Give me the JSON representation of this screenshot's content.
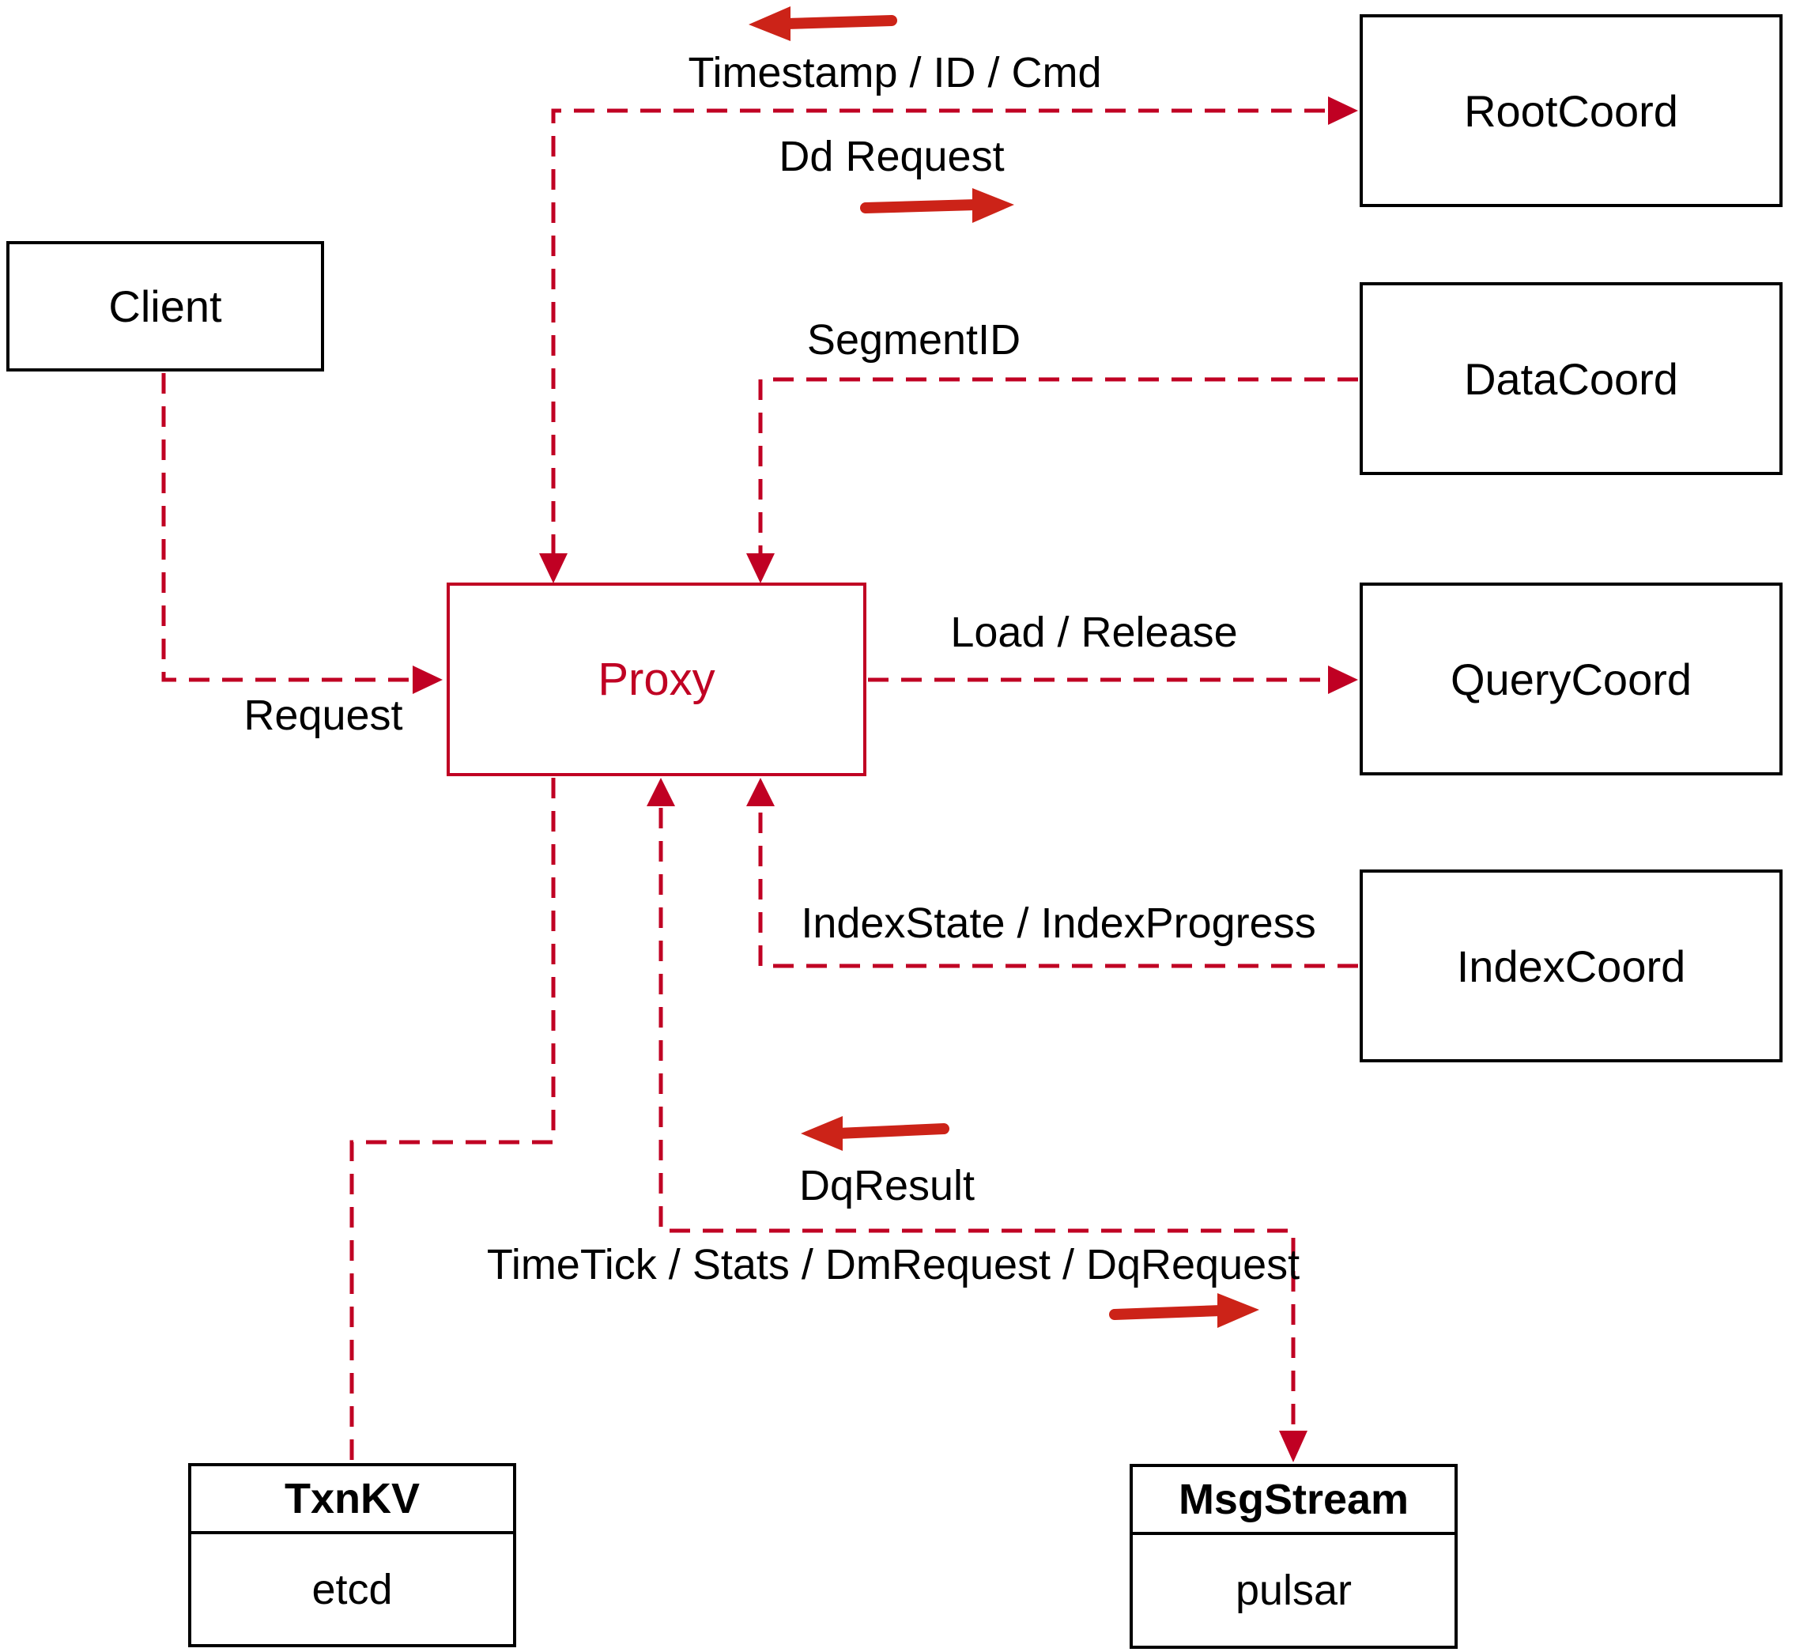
{
  "diagram": {
    "description": "Milvus proxy architecture flow diagram",
    "colors": {
      "connector": "#c00023",
      "flow_arrow": "#cc2318",
      "box_border": "#000000",
      "text": "#000000",
      "proxy_accent": "#c00023"
    }
  },
  "nodes": {
    "client": {
      "label": "Client"
    },
    "proxy": {
      "label": "Proxy"
    },
    "rootcoord": {
      "label": "RootCoord"
    },
    "datacoord": {
      "label": "DataCoord"
    },
    "querycoord": {
      "label": "QueryCoord"
    },
    "indexcoord": {
      "label": "IndexCoord"
    },
    "txnkv": {
      "title": "TxnKV",
      "subtitle": "etcd"
    },
    "msgstream": {
      "title": "MsgStream",
      "subtitle": "pulsar"
    }
  },
  "edge_labels": {
    "timestamp_id_cmd": "Timestamp / ID / Cmd",
    "dd_request": "Dd Request",
    "segment_id": "SegmentID",
    "load_release": "Load / Release",
    "request": "Request",
    "index_state_progress": "IndexState / IndexProgress",
    "dq_result": "DqResult",
    "timetick_stats": "TimeTick / Stats / DmRequest / DqRequest"
  }
}
